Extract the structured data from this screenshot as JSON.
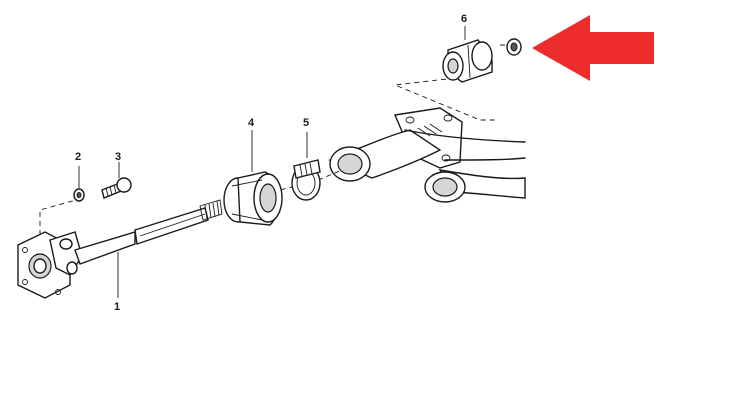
{
  "parts": [
    {
      "number": "1",
      "name": "drive-shaft"
    },
    {
      "number": "2",
      "name": "washer"
    },
    {
      "number": "3",
      "name": "bolt"
    },
    {
      "number": "4",
      "name": "center-bearing"
    },
    {
      "number": "5",
      "name": "hose-clamp"
    },
    {
      "number": "6",
      "name": "rubber-bushing"
    }
  ],
  "colors": {
    "arrow": "#ee2b2b",
    "line": "#1a1a1a",
    "background": "#ffffff"
  },
  "highlight_icon": "arrow-left-icon"
}
